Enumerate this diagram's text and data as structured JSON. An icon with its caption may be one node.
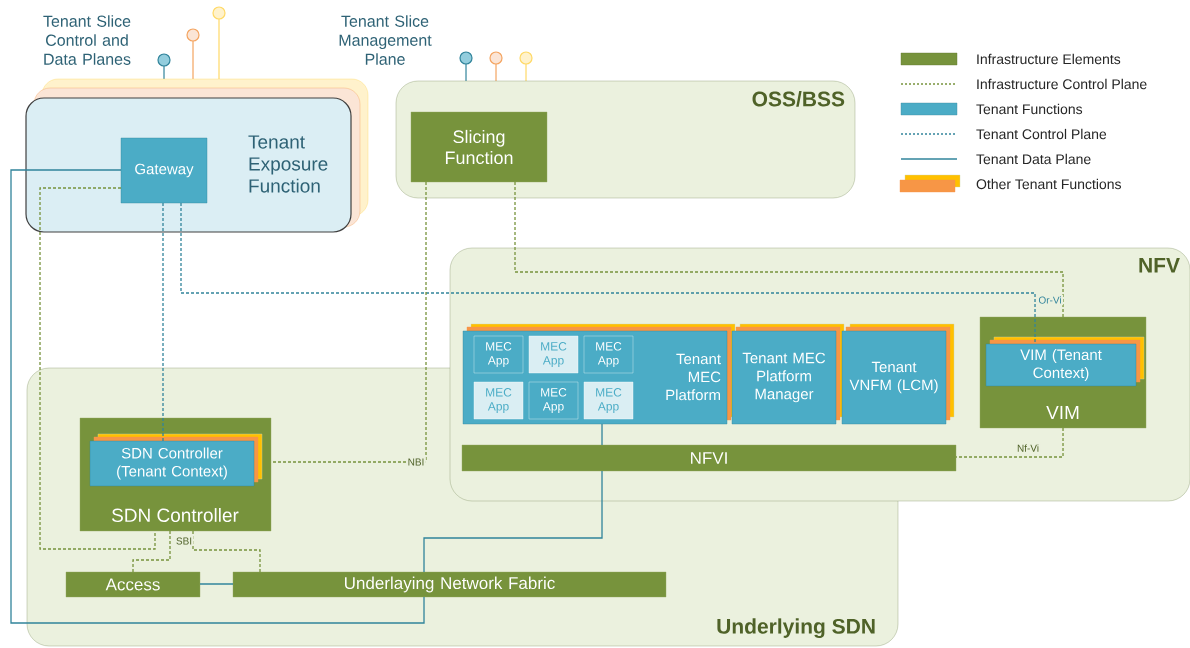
{
  "diagram": {
    "nodes": [
      {
        "text": [
          "Tenant Exposure Function"
        ]
      },
      {
        "text": [
          "Gateway"
        ],
        "in": 0
      },
      {
        "text": [
          "OSS/BSS"
        ]
      },
      {
        "text": [
          "Slicing Function"
        ],
        "in": 2
      },
      {
        "text": [
          "NFV"
        ]
      },
      {
        "text": [
          "Tenant MEC Platform"
        ],
        "in": 4
      },
      {
        "text": [
          "MEC App"
        ],
        "in": 5
      },
      {
        "text": [
          "MEC App"
        ],
        "in": 5
      },
      {
        "text": [
          "MEC App"
        ],
        "in": 5
      },
      {
        "text": [
          "MEC App"
        ]
      },
      {
        "text": [
          "MEC App"
        ]
      },
      {
        "text": [
          "MEC App"
        ]
      },
      {
        "text": [
          "Tenant MEC Platform Manager"
        ],
        "in": 4
      },
      {
        "text": [
          "Tenant VNFM (LCM)"
        ],
        "in": 4
      },
      {
        "text": [
          "VIM"
        ],
        "in": 4
      },
      {
        "text": [
          "VIM (Tenant Context)"
        ],
        "in": 14
      },
      {
        "text": [
          "NFVI"
        ],
        "in": 4
      },
      {
        "text": [
          "Underlying SDN"
        ]
      },
      {
        "text": [
          "SDN Controller"
        ],
        "in": 17
      },
      {
        "text": [
          "SDN Controller (Tenant Context)"
        ],
        "in": 18
      },
      {
        "text": [
          "Access"
        ],
        "in": 17
      },
      {
        "text": [
          "Underlaying Network Fabric"
        ],
        "in": 17
      }
    ],
    "edges": [
      {
        "from": 1,
        "to": 19,
        "arrow": "none",
        "style": "dashed",
        "color": "#31849b"
      },
      {
        "from": 1,
        "to": 15,
        "arrow": "none",
        "label": "Or-Vi",
        "style": "dashed",
        "color": "#31849b"
      },
      {
        "from": 1,
        "to": 21,
        "arrow": "none",
        "color": "#31849b"
      },
      {
        "from": 21,
        "to": 16,
        "arrow": "none",
        "color": "#31849b"
      },
      {
        "from": 16,
        "to": 5,
        "arrow": "none",
        "color": "#31849b"
      },
      {
        "from": 20,
        "to": 21,
        "arrow": "none",
        "color": "#31849b"
      },
      {
        "from": 1,
        "to": 18,
        "arrow": "none",
        "style": "dashed",
        "color": "#77933c"
      },
      {
        "from": 18,
        "to": 20,
        "arrow": "none",
        "style": "dashed",
        "color": "#77933c"
      },
      {
        "from": 18,
        "to": 21,
        "arrow": "none",
        "label": "SBI",
        "style": "dashed",
        "color": "#77933c"
      },
      {
        "from": 3,
        "to": 18,
        "arrow": "none",
        "label": "NBI",
        "style": "dashed",
        "color": "#77933c"
      },
      {
        "from": 3,
        "to": 14,
        "arrow": "none",
        "style": "dashed",
        "color": "#77933c"
      },
      {
        "from": 14,
        "to": 16,
        "arrow": "none",
        "label": "Nf-Vi",
        "style": "dashed",
        "color": "#77933c"
      }
    ],
    "labels": [
      "Tenant Slice Control and Data Planes",
      "Tenant Slice Management Plane"
    ],
    "legend": [
      {
        "text": "Infrastructure Elements",
        "color": "#77933c"
      },
      {
        "text": "Infrastructure Control Plane"
      },
      {
        "text": "Tenant Functions",
        "color": "#4bacc6"
      },
      {
        "text": "Tenant Control Plane"
      },
      {
        "text": "Tenant Data Plane"
      },
      {
        "text": "Other Tenant Functions"
      }
    ]
  }
}
